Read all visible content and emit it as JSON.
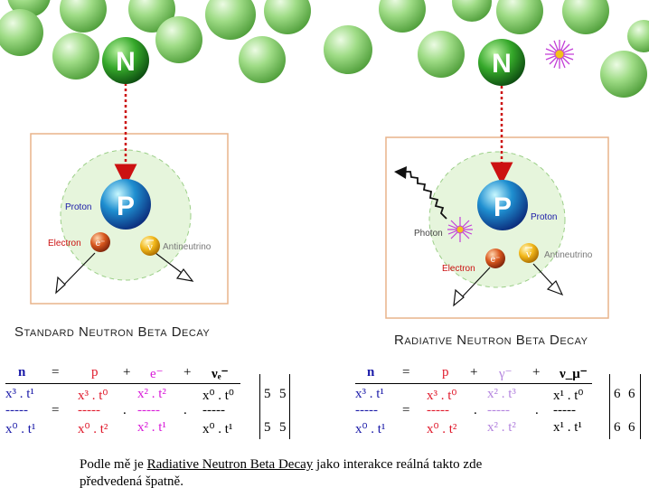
{
  "left": {
    "nucleon": "N",
    "proton": "P",
    "proton_label": "Proton",
    "electron_label": "Electron",
    "antineutrino_label": "Antineutrino",
    "electron_symbol": "e⁻",
    "nu_symbol": "ν",
    "title": "Standard Neutron Beta Decay",
    "eq": {
      "n": "n",
      "eq": "=",
      "p": "p",
      "plus": "+",
      "e": "e⁻",
      "nu": "νₑ⁻",
      "a1": "x³ . t¹",
      "a2": "x³ . t⁰",
      "a3": "x² . t²",
      "a4": "x⁰ . t⁰",
      "dashes": "-----",
      "dot": ".",
      "b1": "x⁰ . t¹",
      "b2": "x⁰ . t²",
      "b3": "x² . t¹",
      "b4": "x⁰ . t¹",
      "r1a": "5",
      "r1b": "5",
      "r2a": "5",
      "r2b": "5"
    }
  },
  "right": {
    "nucleon": "N",
    "proton": "P",
    "proton_label": "Proton",
    "electron_label": "Electron",
    "antineutrino_label": "Antineutrino",
    "photon_label": "Photon",
    "electron_symbol": "e⁻",
    "nu_symbol": "ν",
    "title": "Radiative Neutron Beta Decay",
    "eq": {
      "n": "n",
      "eq": "=",
      "p": "p",
      "plus": "+",
      "g": "γ⁻",
      "nu": "ν_μ⁻",
      "a1": "x³ . t¹",
      "a2": "x³ . t⁰",
      "a3": "x² . t³",
      "a4": "x¹ . t⁰",
      "dashes": "-----",
      "dot": ".",
      "b1": "x⁰ . t¹",
      "b2": "x⁰ . t²",
      "b3": "x² . t²",
      "b4": "x¹ . t¹",
      "r1a": "6",
      "r1b": "6",
      "r2a": "6",
      "r2b": "6"
    }
  },
  "note": {
    "pre": "Podle mě je ",
    "underlined": "Radiative Neutron Beta Decay",
    "post": " jako interakce reálná takto zde",
    "line2": "předvedená špatně."
  },
  "colors": {
    "sphere": "#8fd27a",
    "box_border": "#e8b48a",
    "arrow": "#cc1111",
    "blue": "#1a1aa8",
    "red": "#e0182a",
    "magenta": "#d81ad8"
  }
}
